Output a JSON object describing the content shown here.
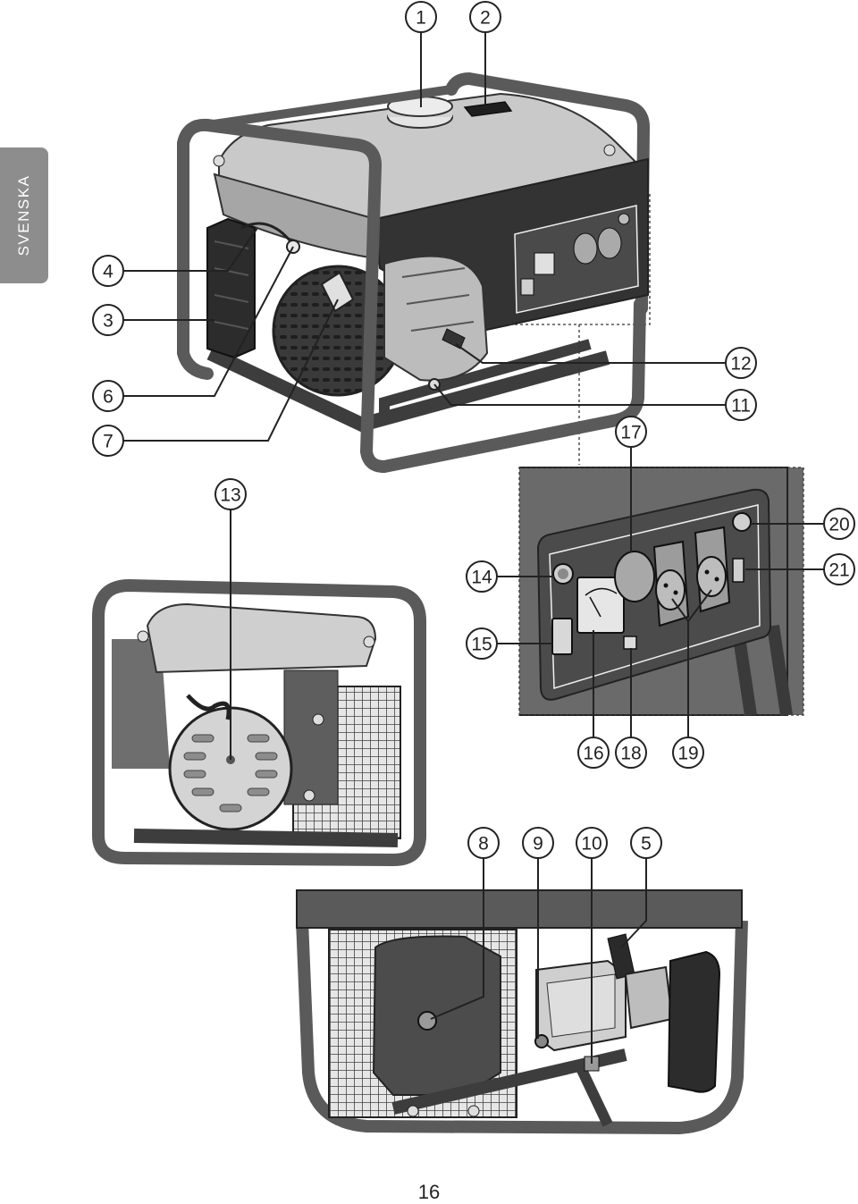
{
  "side_tab": {
    "text": "SVENSKA"
  },
  "page": {
    "number": "16"
  },
  "callouts": {
    "c1": "1",
    "c2": "2",
    "c3": "3",
    "c4": "4",
    "c5": "5",
    "c6": "6",
    "c7": "7",
    "c8": "8",
    "c9": "9",
    "c10": "10",
    "c11": "11",
    "c12": "12",
    "c13": "13",
    "c14": "14",
    "c15": "15",
    "c16": "16",
    "c17": "17",
    "c18": "18",
    "c19": "19",
    "c20": "20",
    "c21": "21"
  },
  "colors": {
    "frame": "#5a5a5a",
    "frame_dark": "#3d3d3d",
    "body_light": "#c8c8c8",
    "body_mid": "#9a9a9a",
    "dark": "#2f2f2f",
    "tab": "#8d8d8d"
  }
}
